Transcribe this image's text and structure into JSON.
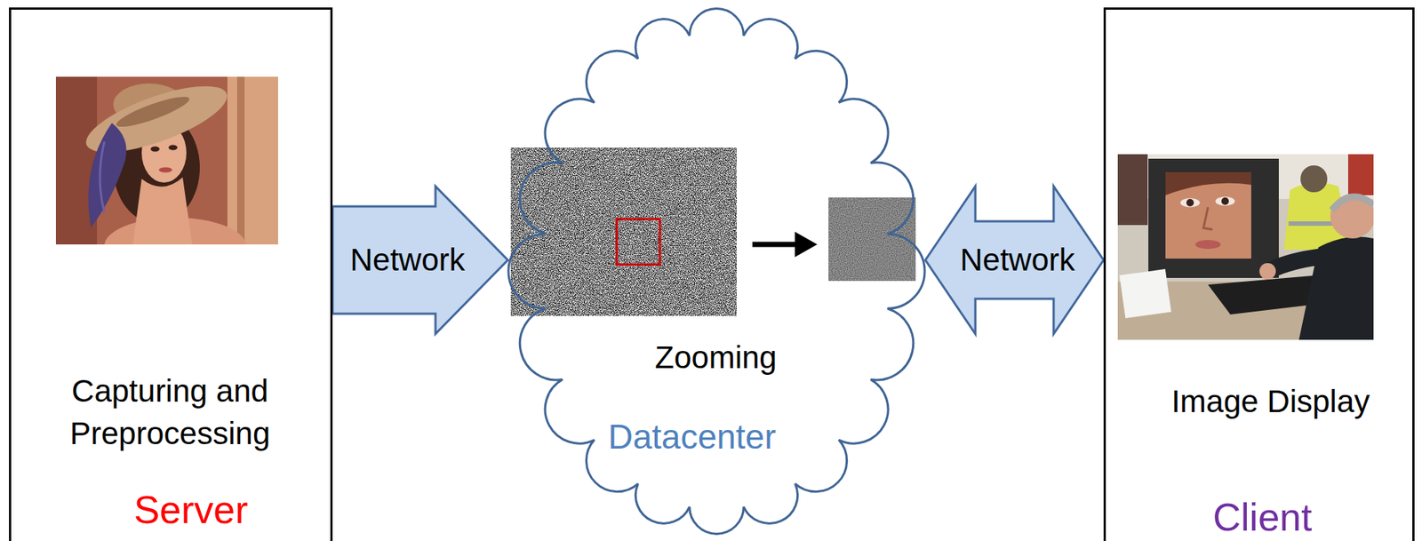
{
  "diagram": {
    "nodes": [
      {
        "text": [
          "Capturing and Preprocessing",
          "Server"
        ]
      },
      {
        "text": [
          "Zooming",
          "Datacenter"
        ]
      },
      {
        "text": [
          "Image Display",
          "Client"
        ]
      }
    ],
    "edges": [
      {
        "from": 0,
        "to": 1,
        "arrow": "to",
        "label": "Network"
      },
      {
        "from": 1,
        "to": 2,
        "arrow": "both",
        "label": "Network"
      }
    ]
  }
}
